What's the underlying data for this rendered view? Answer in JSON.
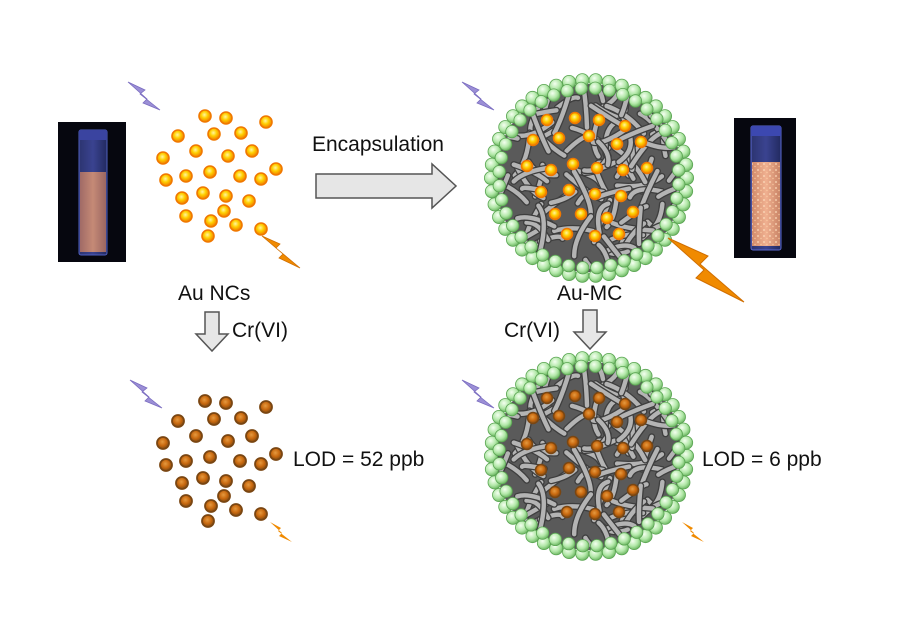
{
  "labels": {
    "left_material": "Au NCs",
    "right_material": "Au-MC",
    "process": "Encapsulation",
    "analyte_left": "Cr(VI)",
    "analyte_right": "Cr(VI)",
    "lod_left": "LOD = 52 ppb",
    "lod_right": "LOD = 6 ppb"
  },
  "colors": {
    "excitation_bolt": "#9b8fd6",
    "emission_bolt": "#f08a00",
    "nc_bright_core": "#ffd400",
    "nc_bright_ring": "#f07800",
    "nc_quenched_core": "#c86a10",
    "nc_quenched_ring": "#8a4a10",
    "polymer_strands": "#8c8c8c",
    "shell_spheres": "#a8e6a0",
    "arrow_fill": "#e6e6e6",
    "vial_liquid": "#c07a6a"
  },
  "icons": [
    "excitation-bolt-icon",
    "emission-bolt-icon",
    "down-arrow-icon",
    "right-arrow-icon",
    "cuvette-photo"
  ]
}
